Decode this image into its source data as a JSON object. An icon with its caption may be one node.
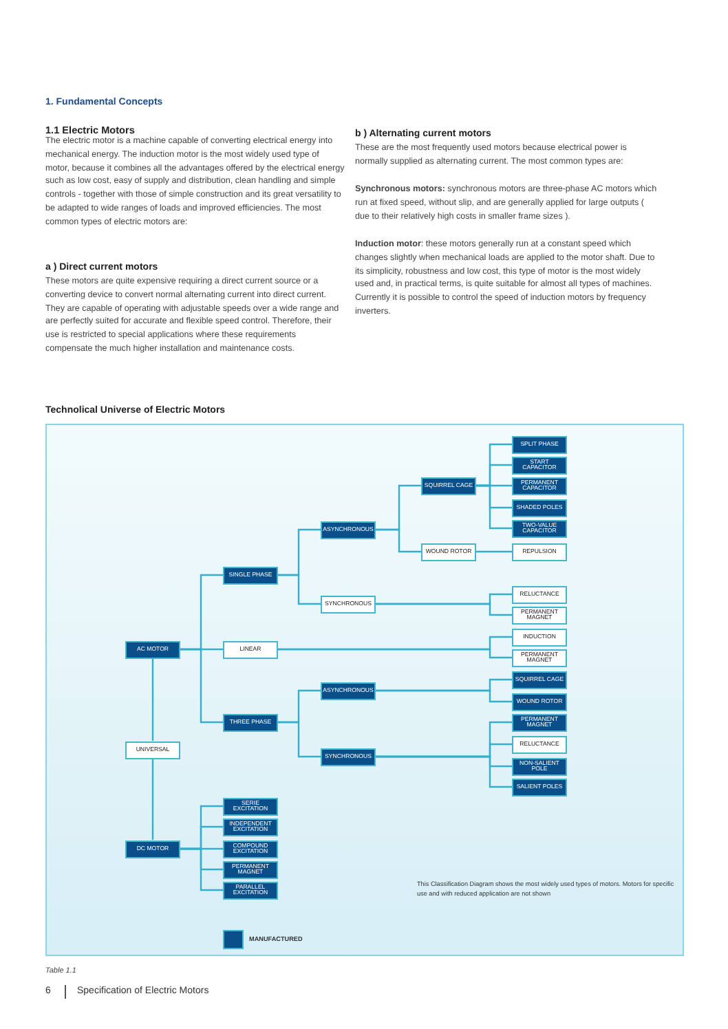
{
  "diagram": {
    "title": "Technolical Universe of Electric Motors",
    "caption": "Table 1.1",
    "nodes": [
      {
        "text": [
          "AC MOTOR"
        ]
      },
      {
        "text": [
          "SINGLE PHASE"
        ]
      },
      {
        "text": [
          "ASYNCHRONOUS"
        ]
      },
      {
        "text": [
          "SQUIRREL CAGE"
        ]
      },
      {
        "text": [
          "SPLIT PHASE"
        ]
      },
      {
        "text": [
          "START CAPACITOR"
        ]
      },
      {
        "text": [
          "PERMANENT CAPACITOR"
        ]
      },
      {
        "text": [
          "SHADED POLES"
        ]
      },
      {
        "text": [
          "TWO-VALUE CAPACITOR"
        ]
      },
      {
        "text": [
          "WOUND ROTOR"
        ]
      },
      {
        "text": [
          "REPULSION"
        ]
      },
      {
        "text": [
          "SYNCHRONOUS"
        ]
      },
      {
        "text": [
          "RELUCTANCE"
        ]
      },
      {
        "text": [
          "PERMANENT MAGNET"
        ]
      },
      {
        "text": [
          "LINEAR"
        ]
      },
      {
        "text": [
          "INDUCTION"
        ]
      },
      {
        "text": [
          "PERMANENT MAGNET"
        ]
      },
      {
        "text": [
          "THREE PHASE"
        ]
      },
      {
        "text": [
          "ASYNCHRONOUS"
        ]
      },
      {
        "text": [
          "SQUIRREL CAGE"
        ]
      },
      {
        "text": [
          "WOUND ROTOR"
        ]
      },
      {
        "text": [
          "SYNCHRONOUS"
        ]
      },
      {
        "text": [
          "PERMANENT MAGNET"
        ]
      },
      {
        "text": [
          "RELUCTANCE"
        ]
      },
      {
        "text": [
          "NON-SALIENT POLE"
        ]
      },
      {
        "text": [
          "SALIENT POLES"
        ]
      },
      {
        "text": [
          "UNIVERSAL"
        ]
      },
      {
        "text": [
          "DC MOTOR"
        ]
      },
      {
        "text": [
          "SERIE EXCITATION"
        ]
      },
      {
        "text": [
          "INDEPENDENT EXCITATION"
        ]
      },
      {
        "text": [
          "COMPOUND EXCITATION"
        ]
      },
      {
        "text": [
          "PERMANENT MAGNET"
        ]
      },
      {
        "text": [
          "PARALLEL EXCITATION"
        ]
      }
    ],
    "edges": [
      {
        "from": 0,
        "to": 1,
        "arrow": "none"
      },
      {
        "from": 0,
        "to": 14,
        "arrow": "none"
      },
      {
        "from": 0,
        "to": 17,
        "arrow": "none"
      },
      {
        "from": 1,
        "to": 2,
        "arrow": "none"
      },
      {
        "from": 1,
        "to": 11,
        "arrow": "none"
      },
      {
        "from": 2,
        "to": 3,
        "arrow": "none"
      },
      {
        "from": 2,
        "to": 9,
        "arrow": "none"
      },
      {
        "from": 3,
        "to": 4,
        "arrow": "none"
      },
      {
        "from": 3,
        "to": 5,
        "arrow": "none"
      },
      {
        "from": 3,
        "to": 6,
        "arrow": "none"
      },
      {
        "from": 3,
        "to": 7,
        "arrow": "none"
      },
      {
        "from": 3,
        "to": 8,
        "arrow": "none"
      },
      {
        "from": 9,
        "to": 10,
        "arrow": "none"
      },
      {
        "from": 11,
        "to": 12,
        "arrow": "none"
      },
      {
        "from": 11,
        "to": 13,
        "arrow": "none"
      },
      {
        "from": 14,
        "to": 15,
        "arrow": "none"
      },
      {
        "from": 14,
        "to": 16,
        "arrow": "none"
      },
      {
        "from": 17,
        "to": 18,
        "arrow": "none"
      },
      {
        "from": 17,
        "to": 21,
        "arrow": "none"
      },
      {
        "from": 18,
        "to": 19,
        "arrow": "none"
      },
      {
        "from": 18,
        "to": 20,
        "arrow": "none"
      },
      {
        "from": 21,
        "to": 22,
        "arrow": "none"
      },
      {
        "from": 21,
        "to": 23,
        "arrow": "none"
      },
      {
        "from": 21,
        "to": 24,
        "arrow": "none"
      },
      {
        "from": 21,
        "to": 25,
        "arrow": "none"
      },
      {
        "from": 0,
        "to": 26,
        "arrow": "none"
      },
      {
        "from": 26,
        "to": 27,
        "arrow": "none"
      },
      {
        "from": 27,
        "to": 28,
        "arrow": "none"
      },
      {
        "from": 27,
        "to": 29,
        "arrow": "none"
      },
      {
        "from": 27,
        "to": 30,
        "arrow": "none"
      },
      {
        "from": 27,
        "to": 31,
        "arrow": "none"
      },
      {
        "from": 27,
        "to": 32,
        "arrow": "none"
      }
    ],
    "labels": [
      "1. Fundamental Concepts",
      "1.1 Electric Motors",
      "The electric motor is a machine capable of converting electrical energy into mechanical energy. The induction motor is the most widely used type of motor, because it combines all the advantages offered by the electrical energy such as low cost, easy of supply and distribution, clean handling and simple controls - together with those of simple construction and its great versatility to be adapted to wide ranges of loads and improved efficiencies. The most common types of electric motors are:",
      "a ) Direct current motors",
      "These motors are quite expensive requiring a direct current source or a converting device to convert normal alternating current into direct current. They are capable of operating with adjustable speeds over a wide range and are perfectly suited for accurate and flexible speed control. Therefore, their use is restricted to special applications where these requirements compensate the much higher installation and maintenance costs.",
      "b ) Alternating current motors",
      "These are the most frequently used motors because electrical power is normally supplied as alternating current. The most common types are:",
      "**Synchronous motors:** synchronous motors are three-phase AC motors which run at fixed speed, without slip, and are generally applied for large outputs ( due to their relatively high costs in smaller frame sizes ).",
      "**Induction motor**: these motors generally run at a constant speed which changes slightly when mechanical loads are applied to the motor shaft. Due to its simplicity, robustness and low cost, this type of motor is the most widely used and, in practical terms, is quite suitable for almost all types of machines. Currently it is possible to control the speed of induction motors by frequency inverters.",
      "This Classification Diagram shows the most widely used types of motors. Motors for specific use and with reduced application are not shown",
      "6",
      "Specification of Electric Motors"
    ],
    "legend": [
      {
        "text": "MANUFACTURED",
        "color": "#0b4f8a"
      }
    ]
  }
}
